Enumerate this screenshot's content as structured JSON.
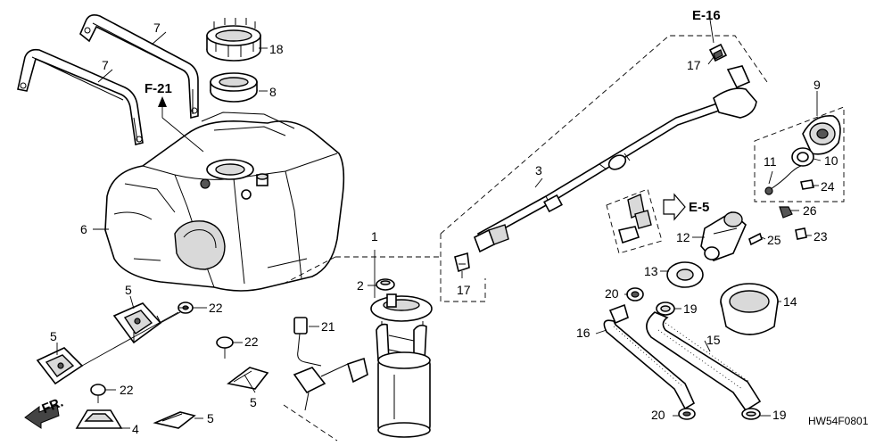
{
  "diagram": {
    "callouts": {
      "c1": "1",
      "c2": "2",
      "c3": "3",
      "c4": "4",
      "c5a": "5",
      "c5b": "5",
      "c5c": "5",
      "c5d": "5",
      "c6": "6",
      "c7a": "7",
      "c7b": "7",
      "c8": "8",
      "c9": "9",
      "c10": "10",
      "c11": "11",
      "c12": "12",
      "c13": "13",
      "c14": "14",
      "c15": "15",
      "c16": "16",
      "c17a": "17",
      "c17b": "17",
      "c18": "18",
      "c19a": "19",
      "c19b": "19",
      "c20a": "20",
      "c20b": "20",
      "c21": "21",
      "c22a": "22",
      "c22b": "22",
      "c22c": "22",
      "c23": "23",
      "c24": "24",
      "c25": "25",
      "c26": "26"
    },
    "refs": {
      "e16": "E-16",
      "f21": "F-21",
      "e5": "E-5"
    },
    "front_arrow": "FR.",
    "drawing_code": "HW54F0801"
  }
}
